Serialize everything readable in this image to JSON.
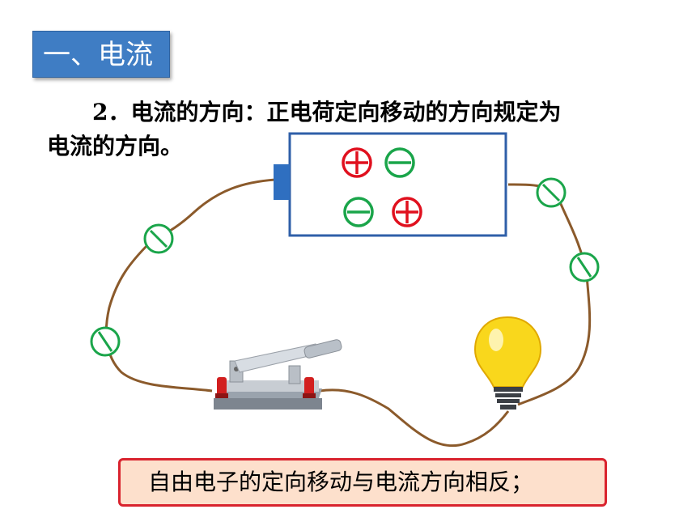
{
  "section_title": "一、电流",
  "paragraph": {
    "number": "2．",
    "line1": "电流的方向：正电荷定向移动的方向规定为",
    "line2": "电流的方向。"
  },
  "note": "自由电子的定向移动与电流方向相反；",
  "colors": {
    "title_bg": "#3f7dc4",
    "wire": "#8b5a2b",
    "positive": "#e0101e",
    "negative": "#1aa54a",
    "note_bg": "#fde0cc",
    "note_border": "#d9232e"
  },
  "icons": [
    "battery",
    "positive-charge-icon",
    "negative-charge-icon",
    "knife-switch",
    "light-bulb",
    "electron-icon"
  ]
}
